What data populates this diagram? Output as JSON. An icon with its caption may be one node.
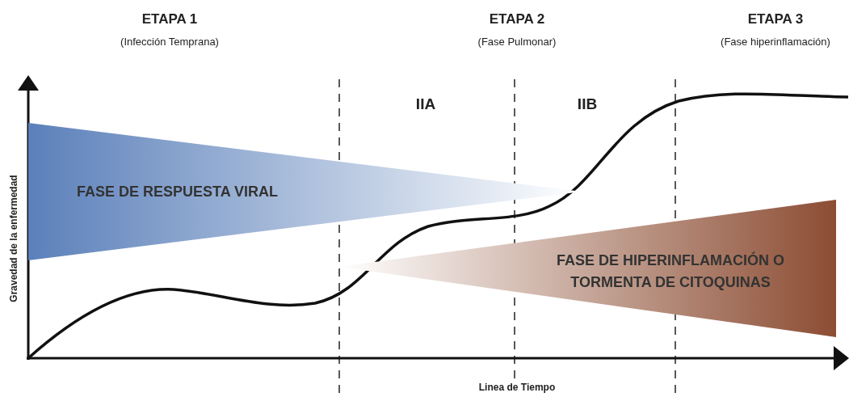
{
  "diagram": {
    "nodes": [
      {
        "text": [
          "FASE DE RESPUESTA VIRAL"
        ]
      },
      {
        "text": [
          "FASE DE HIPERINFLAMACIÓN O TORMENTA DE CITOQUINAS"
        ]
      }
    ],
    "edges": [],
    "labels": [
      "ETAPA 1",
      "(Infección Temprana)",
      "ETAPA 2",
      "(Fase Pulmonar)",
      "ETAPA 3",
      "(Fase hiperinflamación)",
      "IIA",
      "IIB",
      "Gravedad de la enfermedad",
      "Linea de Tiempo"
    ]
  }
}
